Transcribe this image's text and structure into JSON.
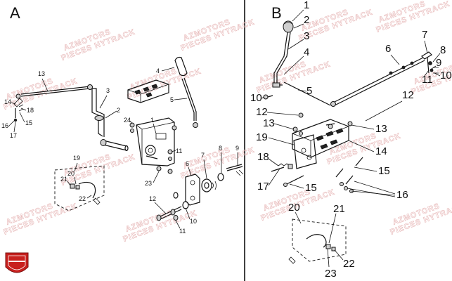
{
  "panels": {
    "a": {
      "label": "A",
      "callouts": [
        "1",
        "2",
        "3",
        "4",
        "5",
        "6",
        "7",
        "8",
        "9",
        "10",
        "11",
        "11",
        "12",
        "13",
        "14",
        "15",
        "16",
        "17",
        "18",
        "19",
        "20",
        "21",
        "22",
        "23",
        "24"
      ]
    },
    "b": {
      "label": "B",
      "callouts": [
        "1",
        "2",
        "3",
        "4",
        "5",
        "6",
        "7",
        "8",
        "9",
        "10",
        "10",
        "11",
        "12",
        "12",
        "13",
        "13",
        "14",
        "15",
        "15",
        "16",
        "17",
        "18",
        "19",
        "20",
        "21",
        "22",
        "23"
      ]
    }
  },
  "watermark": {
    "line1": "AZMOTORS",
    "line2": "PIECES HYTRACK"
  },
  "colors": {
    "ink": "#111111",
    "watermark": "#e7b8b8",
    "logo": "#c8201e"
  }
}
